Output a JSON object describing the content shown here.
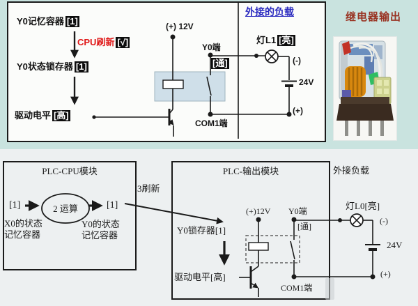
{
  "colors": {
    "top_background": "#c9e3df",
    "page_background": "#edf0f1",
    "circuit_box_background": "#fbfcfa",
    "highlight_red": "#e01818",
    "external_load_blue": "#2b2bc0",
    "relay_title_red": "#993322",
    "relay_coil_region_blue": "#cfdfe9",
    "value_box_black": "#0d0d0d"
  },
  "top_panel": {
    "memory_label": "Y0记忆容器",
    "memory_value": "[1]",
    "refresh_label": "CPU刷新",
    "refresh_value": "[√]",
    "latch_label": "Y0状态锁存器",
    "latch_value": "[1]",
    "drive_label": "驱动电平",
    "drive_value": "[高]",
    "supply_label": "(+) 12V",
    "y0_terminal_label": "Y0端",
    "y0_state_value": "[通]",
    "com_terminal_label": "COM1端",
    "external_load_title": "外接的负载",
    "lamp_label": "灯L1",
    "lamp_state_value": "[亮]",
    "battery_minus": "(-)",
    "battery_voltage": "24V",
    "battery_plus": "(+)"
  },
  "relay_panel": {
    "title": "继电器输出"
  },
  "cpu_module": {
    "title": "PLC-CPU模块",
    "input_value": "[1]",
    "operation_label": "2 运算",
    "output_value": "[1]",
    "input_caption_line1": "X0的状态",
    "input_caption_line2": "记忆容器",
    "output_caption_line1": "Y0的状态",
    "output_caption_line2": "记忆容器"
  },
  "refresh_step_label": "3刷新",
  "output_module": {
    "title": "PLC-输出模块",
    "latch_label": "Y0锁存器[1]",
    "drive_label": "驱动电平[高]",
    "supply_label": "(+)12V",
    "y0_terminal_label": "Y0端",
    "y0_state_value": "[通]",
    "com_terminal_label": "COM1端"
  },
  "external_load_panel": {
    "title": "外接负载",
    "lamp_label": "灯L0[亮]",
    "battery_minus": "(-)",
    "battery_voltage": "24V",
    "battery_plus": "(+)"
  }
}
